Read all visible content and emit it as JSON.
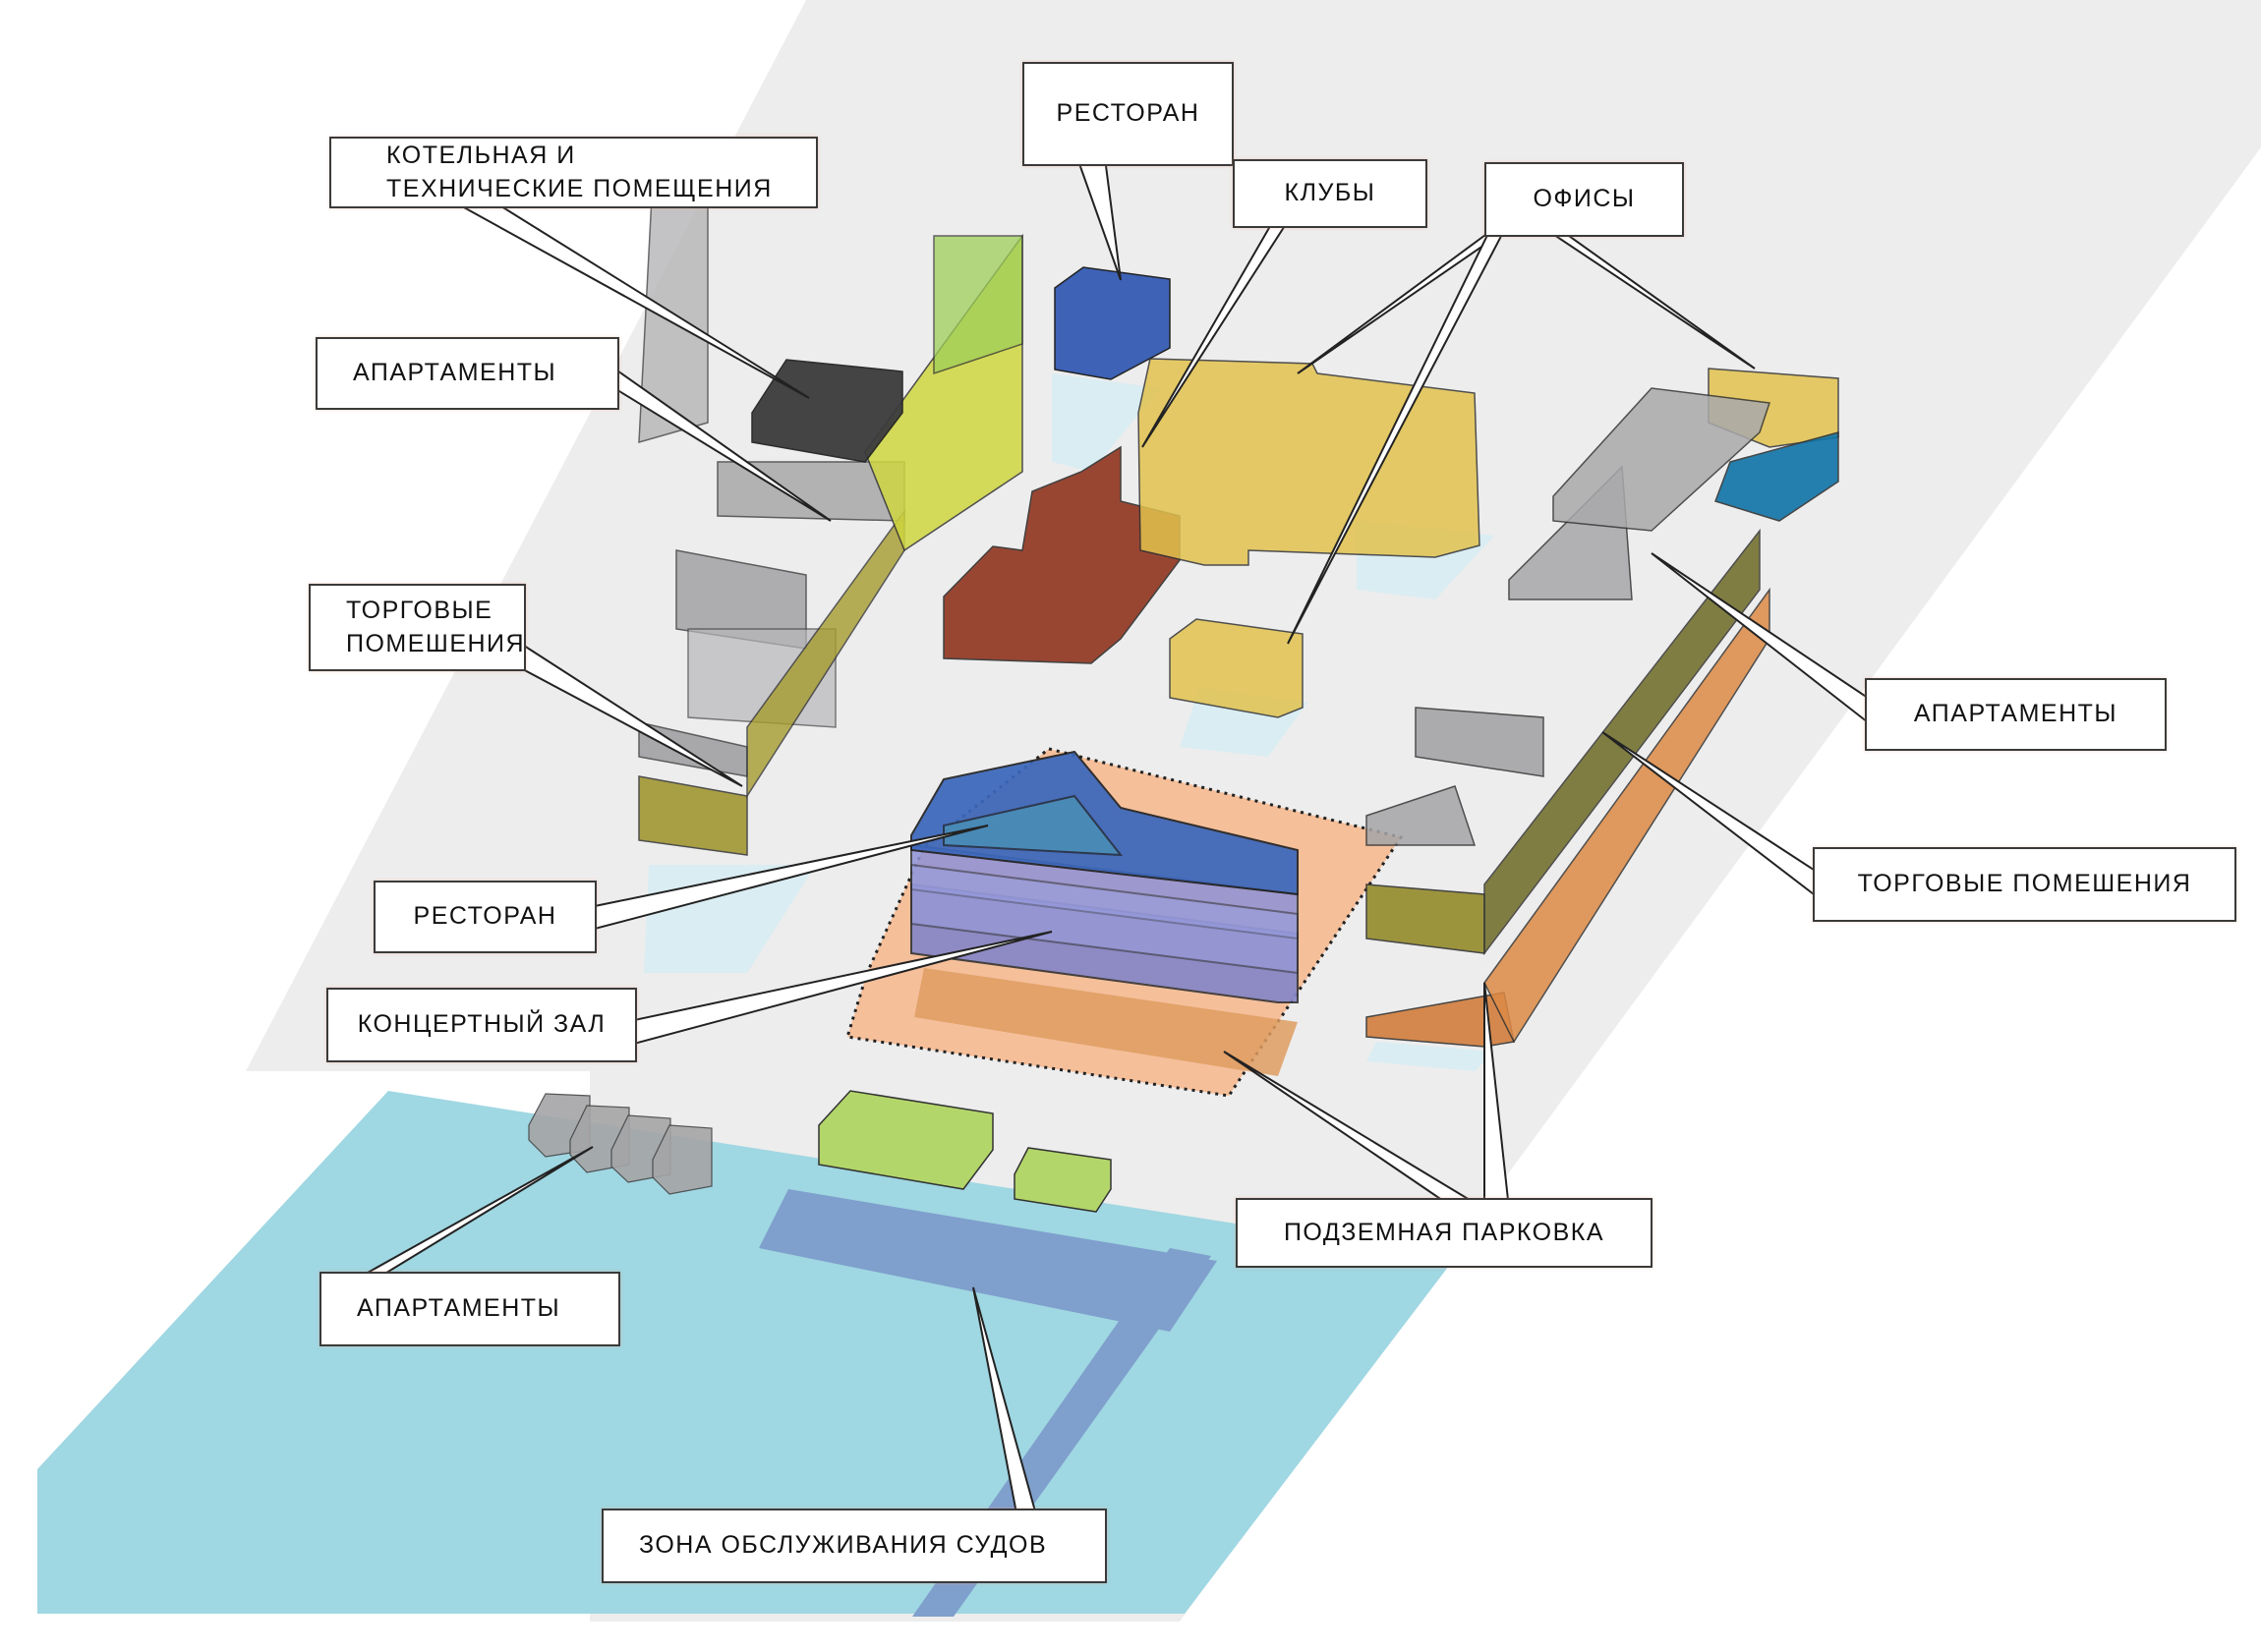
{
  "diagram": {
    "title": "Functional zoning axonometric",
    "colors": {
      "ground": "#ededed",
      "water": "#9fd7e2",
      "service_zone": "#7f9fcc",
      "apartments_gray": "#a9a9ab",
      "retail_olive": "#9e9a2c",
      "offices_yellow": "#e2c24e",
      "clubs_red": "#8a2a12",
      "restaurant_blue": "#3a64b8",
      "concert_violet": "#8a8cd0",
      "parking_peach": "#f5bf9a",
      "parking_orange": "#de8a45",
      "boiler_dark": "#3b3b3d",
      "green": "#b3d66a",
      "teal_strip": "#0f74a8",
      "shadow_light": "#d6ecf2"
    },
    "labels": [
      {
        "id": "boiler",
        "lines": [
          "КОТЕЛЬНАЯ И",
          "ТЕХНИЧЕСКИЕ ПОМЕЩЕНИЯ"
        ]
      },
      {
        "id": "restaurant_top",
        "lines": [
          "РЕСТОРАН"
        ]
      },
      {
        "id": "clubs",
        "lines": [
          "КЛУБЫ"
        ]
      },
      {
        "id": "offices",
        "lines": [
          "ОФИСЫ"
        ]
      },
      {
        "id": "apartments_left",
        "lines": [
          "АПАРТАМЕНТЫ"
        ]
      },
      {
        "id": "retail_left",
        "lines": [
          "ТОРГОВЫЕ",
          "ПОМЕШЕНИЯ"
        ]
      },
      {
        "id": "apartments_right",
        "lines": [
          "АПАРТАМЕНТЫ"
        ]
      },
      {
        "id": "retail_right",
        "lines": [
          "ТОРГОВЫЕ ПОМЕШЕНИЯ"
        ]
      },
      {
        "id": "restaurant_center",
        "lines": [
          "РЕСТОРАН"
        ]
      },
      {
        "id": "concert_hall",
        "lines": [
          "КОНЦЕРТНЫЙ ЗАЛ"
        ]
      },
      {
        "id": "parking",
        "lines": [
          "ПОДЗЕМНАЯ ПАРКОВКА"
        ]
      },
      {
        "id": "apartments_water",
        "lines": [
          "АПАРТАМЕНТЫ"
        ]
      },
      {
        "id": "ship_service",
        "lines": [
          "ЗОНА ОБСЛУЖИВАНИЯ СУДОВ"
        ]
      }
    ]
  }
}
